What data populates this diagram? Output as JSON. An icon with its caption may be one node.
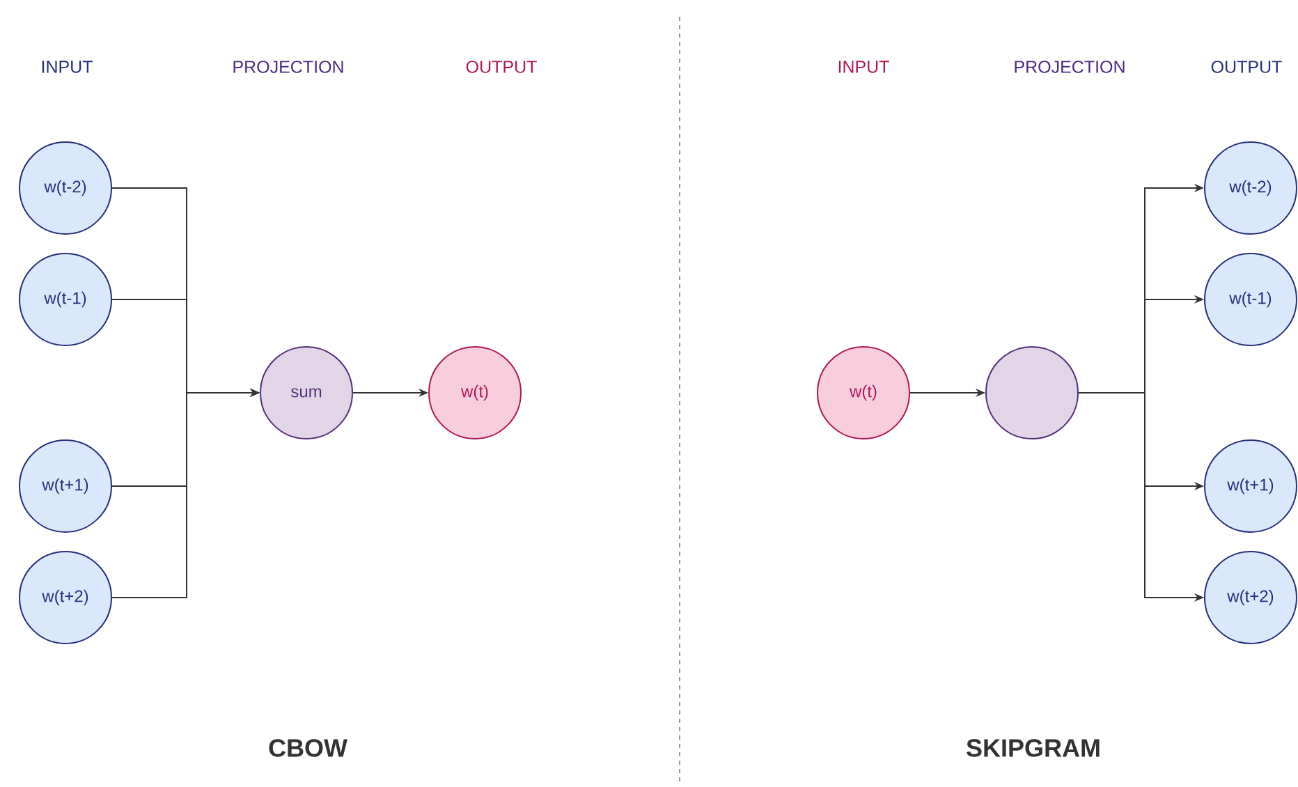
{
  "diagram": {
    "nodes": [
      {
        "text": [
          "w(t-2)"
        ]
      },
      {
        "text": [
          "w(t-1)"
        ]
      },
      {
        "text": [
          "w(t+1)"
        ]
      },
      {
        "text": [
          "w(t+2)"
        ]
      },
      {
        "text": [
          "sum"
        ]
      },
      {
        "text": [
          "w(t)"
        ]
      },
      {
        "text": [
          "w(t)"
        ]
      },
      {
        "text": [],
        "shape": "circle"
      },
      {
        "text": [
          "w(t-2)"
        ]
      },
      {
        "text": [
          "w(t-1)"
        ]
      },
      {
        "text": [
          "w(t+1)"
        ]
      },
      {
        "text": [
          "w(t+2)"
        ]
      }
    ],
    "edges": [
      {
        "from": 0,
        "to": 4,
        "arrow": "to"
      },
      {
        "from": 1,
        "to": 4,
        "arrow": "to"
      },
      {
        "from": 2,
        "to": 4,
        "arrow": "to"
      },
      {
        "from": 3,
        "to": 4,
        "arrow": "to"
      },
      {
        "from": 4,
        "to": 5,
        "arrow": "to"
      },
      {
        "from": 6,
        "to": 7,
        "arrow": "to"
      },
      {
        "from": 7,
        "to": 8,
        "arrow": "to"
      },
      {
        "from": 7,
        "to": 9,
        "arrow": "to"
      },
      {
        "from": 7,
        "to": 10,
        "arrow": "to"
      },
      {
        "from": 7,
        "to": 11,
        "arrow": "to"
      }
    ],
    "labels": [
      "INPUT",
      "PROJECTION",
      "OUTPUT",
      "INPUT",
      "PROJECTION",
      "OUTPUT",
      "CBOW",
      "SKIPGRAM"
    ]
  }
}
